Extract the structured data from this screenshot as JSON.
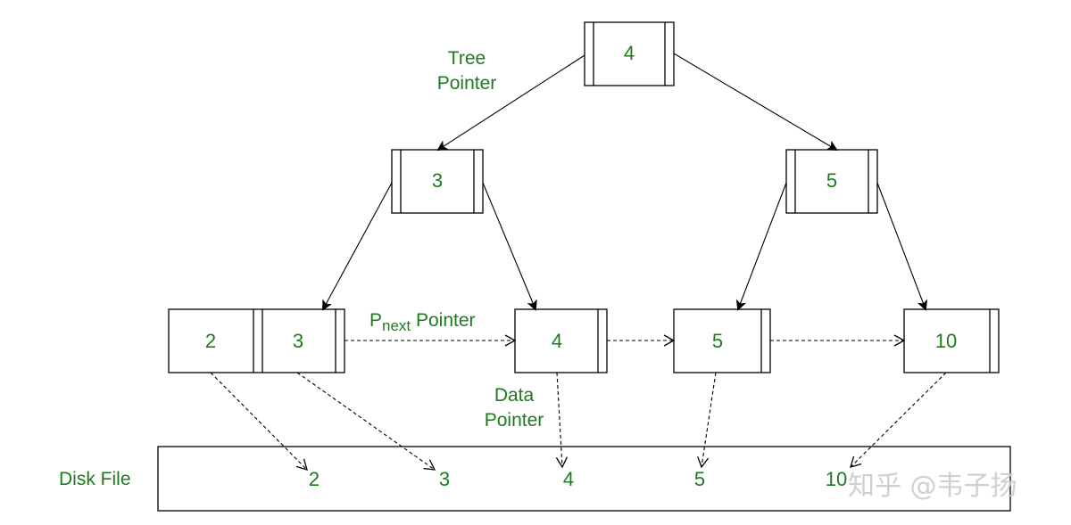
{
  "colors": {
    "text": "#1f7a1f",
    "stroke": "#000000"
  },
  "labels": {
    "tree_pointer_line1": "Tree",
    "tree_pointer_line2": "Pointer",
    "pnext_p": "P",
    "pnext_sub": "next",
    "pnext_rest": " Pointer",
    "data_pointer_line1": "Data",
    "data_pointer_line2": "Pointer",
    "disk_file": "Disk File"
  },
  "nodes": {
    "root": "4",
    "internal_left": "3",
    "internal_right": "5",
    "leaf1_a": "2",
    "leaf1_b": "3",
    "leaf2": "4",
    "leaf3": "5",
    "leaf4": "10"
  },
  "disk_file": {
    "entries": [
      "2",
      "3",
      "4",
      "5",
      "10"
    ]
  },
  "watermark": "知乎 @韦子扬"
}
